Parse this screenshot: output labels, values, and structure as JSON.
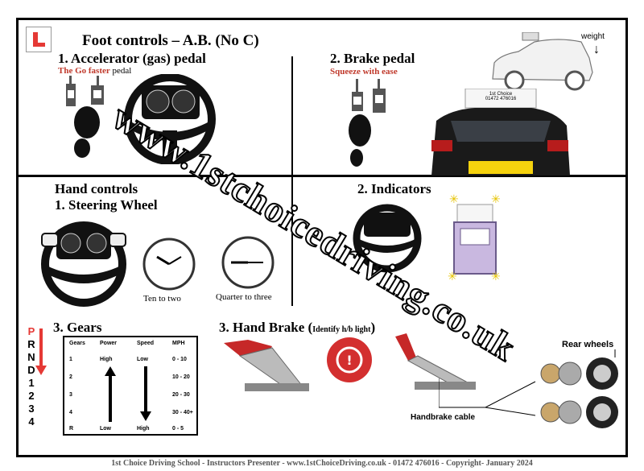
{
  "foot": {
    "title": "Foot controls – A.B. (No C)",
    "accelerator": {
      "heading": "1. Accelerator (gas) pedal",
      "note_red": "The Go faster",
      "note_rest": " pedal"
    },
    "brake": {
      "heading": "2. Brake pedal",
      "note_red": "Squeeze with ease"
    },
    "weight_label": "weight",
    "car_sign": {
      "line1": "1st Choice",
      "line2": "01472 476016"
    }
  },
  "hand": {
    "title": "Hand controls",
    "steering": {
      "heading": "1. Steering Wheel",
      "clock1_caption": "Ten to two",
      "clock2_caption": "Quarter to three"
    },
    "indicators": {
      "heading": "2. Indicators"
    },
    "gears": {
      "heading": "3. Gears",
      "prnd": [
        "P",
        "R",
        "N",
        "D",
        "1",
        "2",
        "3",
        "4"
      ],
      "prnd_colors": [
        "#e53935",
        "#000000",
        "#000000",
        "#000000",
        "#000000",
        "#000000",
        "#000000",
        "#000000"
      ],
      "columns": [
        "Gears",
        "Power",
        "Speed",
        "MPH"
      ],
      "rows": [
        [
          "1",
          "High",
          "Low",
          "0 - 10"
        ],
        [
          "2",
          "",
          "",
          "10 - 20"
        ],
        [
          "3",
          "",
          "",
          "20 - 30"
        ],
        [
          "4",
          "",
          "",
          "30 - 40+"
        ],
        [
          "R",
          "Low",
          "High",
          "0 - 5"
        ]
      ]
    },
    "handbrake": {
      "heading": "3.  Hand Brake (",
      "heading_small": "Identify h/b light",
      "heading_end": ")",
      "rear_wheels": "Rear wheels",
      "cable": "Handbrake cable"
    }
  },
  "watermark": "www.1stchoicedriving.co.uk",
  "footer": "1st Choice Driving School - Instructors Presenter - www.1stChoiceDriving.co.uk - 01472 476016 - Copyright- January 2024",
  "colors": {
    "accent_red": "#c0392b",
    "lplate_red": "#e53935",
    "brake_light": "#e53935"
  }
}
